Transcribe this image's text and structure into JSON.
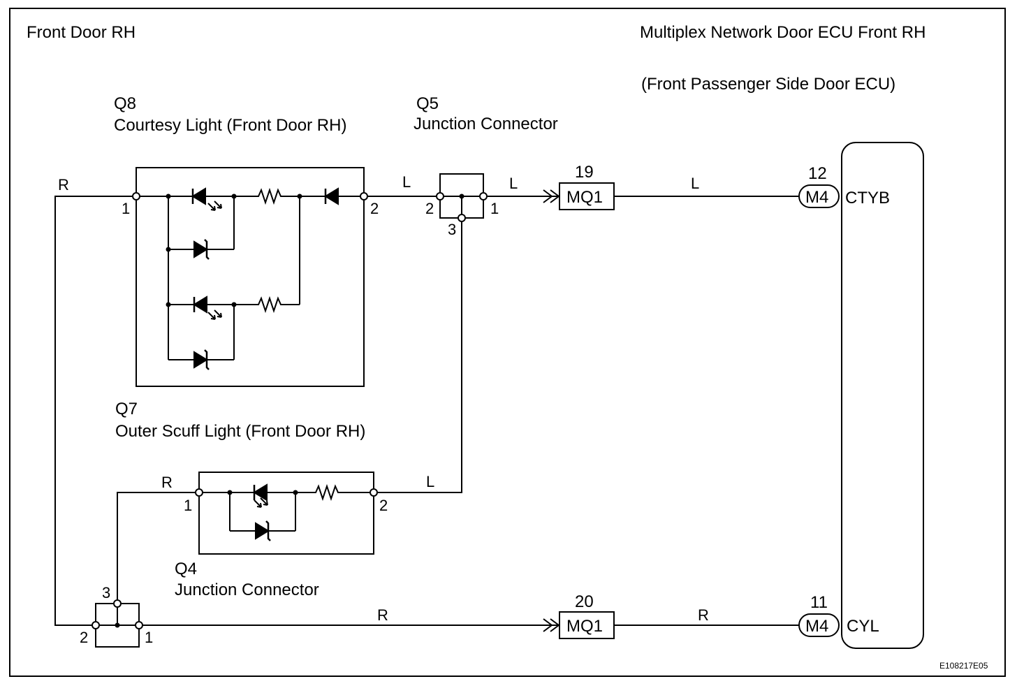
{
  "diagram": {
    "id_code": "E108217E05",
    "titles": {
      "left": "Front Door RH",
      "right_line1": "Multiplex Network Door ECU Front RH",
      "right_line2": "(Front Passenger Side Door ECU)"
    },
    "components": {
      "q8": {
        "code": "Q8",
        "name": "Courtesy Light (Front Door RH)"
      },
      "q5": {
        "code": "Q5",
        "name": "Junction Connector"
      },
      "q7": {
        "code": "Q7",
        "name": "Outer Scuff Light (Front Door RH)"
      },
      "q4": {
        "code": "Q4",
        "name": "Junction Connector"
      }
    },
    "connectors": {
      "mq1_top": {
        "label": "MQ1",
        "pin": "19"
      },
      "mq1_bottom": {
        "label": "MQ1",
        "pin": "20"
      },
      "m4_top": {
        "label": "M4",
        "pin": "12",
        "terminal": "CTYB"
      },
      "m4_bottom": {
        "label": "M4",
        "pin": "11",
        "terminal": "CYL"
      }
    },
    "pins": {
      "q8_left": "1",
      "q8_right": "2",
      "q5_left": "2",
      "q5_right": "1",
      "q5_bottom": "3",
      "q7_left": "1",
      "q7_right": "2",
      "q4_top": "3",
      "q4_left": "2",
      "q4_right": "1"
    },
    "wire_colors": {
      "left_vertical": "R",
      "q8_to_q5": "L",
      "q5_to_mq1": "L",
      "mq1_to_m4_top": "L",
      "q5_to_q7": "L",
      "q4_to_q7": "R",
      "q4_to_mq1": "R",
      "mq1_to_m4_bottom": "R"
    }
  }
}
